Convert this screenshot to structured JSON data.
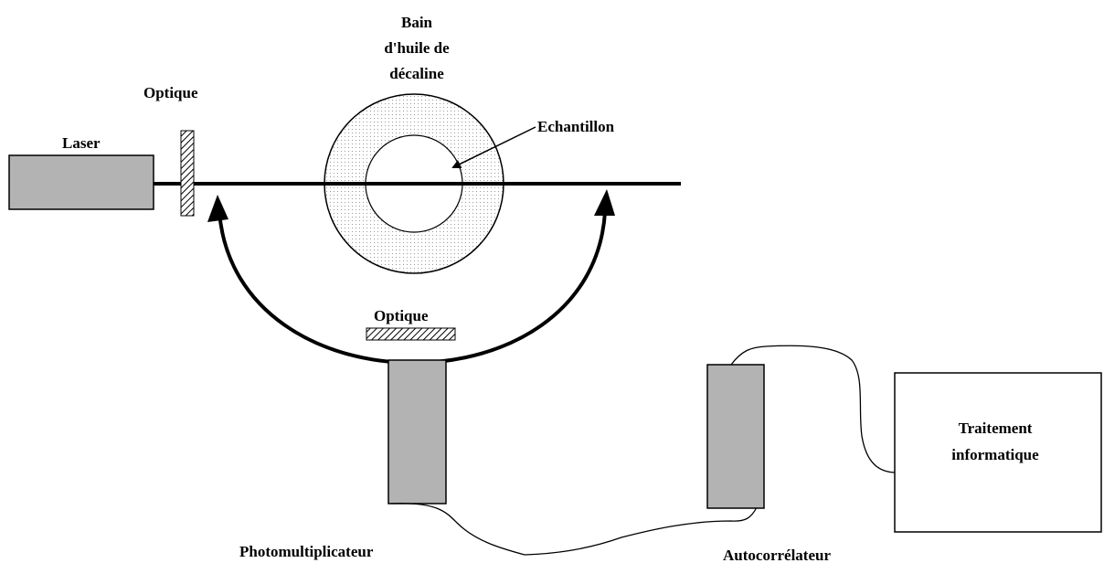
{
  "labels": {
    "laser": "Laser",
    "optique_top": "Optique",
    "bain_line1": "Bain",
    "bain_line2": "d'huile de",
    "bain_line3": "décaline",
    "echantillon": "Echantillon",
    "optique_bottom": "Optique",
    "photomultiplicateur": "Photomultiplicateur",
    "autocorrelateur": "Autocorrélateur",
    "traitement_line1": "Traitement",
    "traitement_line2": "informatique"
  },
  "colors": {
    "device_fill": "#b3b3b3",
    "bath_fill": "#e8e8e8",
    "line": "#000000",
    "background": "#ffffff"
  }
}
